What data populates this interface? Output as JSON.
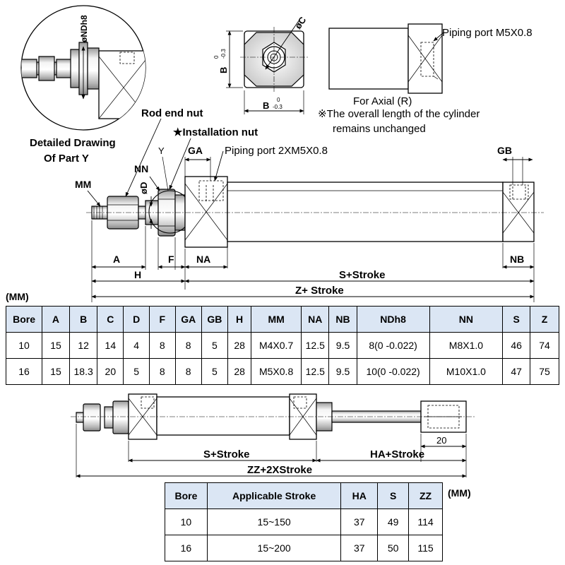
{
  "labels": {
    "nd_h8": "øNDh8",
    "detail_caption_1": "Detailed Drawing",
    "detail_caption_2": "Of Part Y",
    "rod_end_nut": "Rod end nut",
    "installation_nut": "★Installation nut",
    "y": "Y",
    "ga": "GA",
    "gb": "GB",
    "piping_port_2": "Piping port 2XM5X0.8",
    "piping_port_axial": "Piping port M5X0.8",
    "for_axial": "For Axial (R)",
    "note_1": "※The overall length of the cylinder",
    "note_2": "remains unchanged",
    "phi_c": "øC",
    "b_sub": "0",
    "b_sub2": "-0.3",
    "b_text": "B",
    "nn": "NN",
    "mm": "MM",
    "phi_d": "øD",
    "a": "A",
    "f": "F",
    "na": "NA",
    "nb": "NB",
    "h": "H",
    "s_stroke": "S+Stroke",
    "z_stroke": "Z+ Stroke",
    "s_stroke_2": "S+Stroke",
    "ha_stroke": "HA+Stroke",
    "zz_stroke": "ZZ+2XStroke",
    "twenty": "20"
  },
  "table1": {
    "unit": "(MM)",
    "headers": [
      "Bore",
      "A",
      "B",
      "C",
      "D",
      "F",
      "GA",
      "GB",
      "H",
      "MM",
      "NA",
      "NB",
      "NDh8",
      "NN",
      "S",
      "Z"
    ],
    "rows": [
      [
        "10",
        "15",
        "12",
        "14",
        "4",
        "8",
        "8",
        "5",
        "28",
        "M4X0.7",
        "12.5",
        "9.5",
        "8(0 -0.022)",
        "M8X1.0",
        "46",
        "74"
      ],
      [
        "16",
        "15",
        "18.3",
        "20",
        "5",
        "8",
        "8",
        "5",
        "28",
        "M5X0.8",
        "12.5",
        "9.5",
        "10(0 -0.022)",
        "M10X1.0",
        "47",
        "75"
      ]
    ]
  },
  "table2": {
    "unit": "(MM)",
    "headers": [
      "Bore",
      "Applicable Stroke",
      "HA",
      "S",
      "ZZ"
    ],
    "rows": [
      [
        "10",
        "15~150",
        "37",
        "49",
        "114"
      ],
      [
        "16",
        "15~200",
        "37",
        "50",
        "115"
      ]
    ]
  }
}
